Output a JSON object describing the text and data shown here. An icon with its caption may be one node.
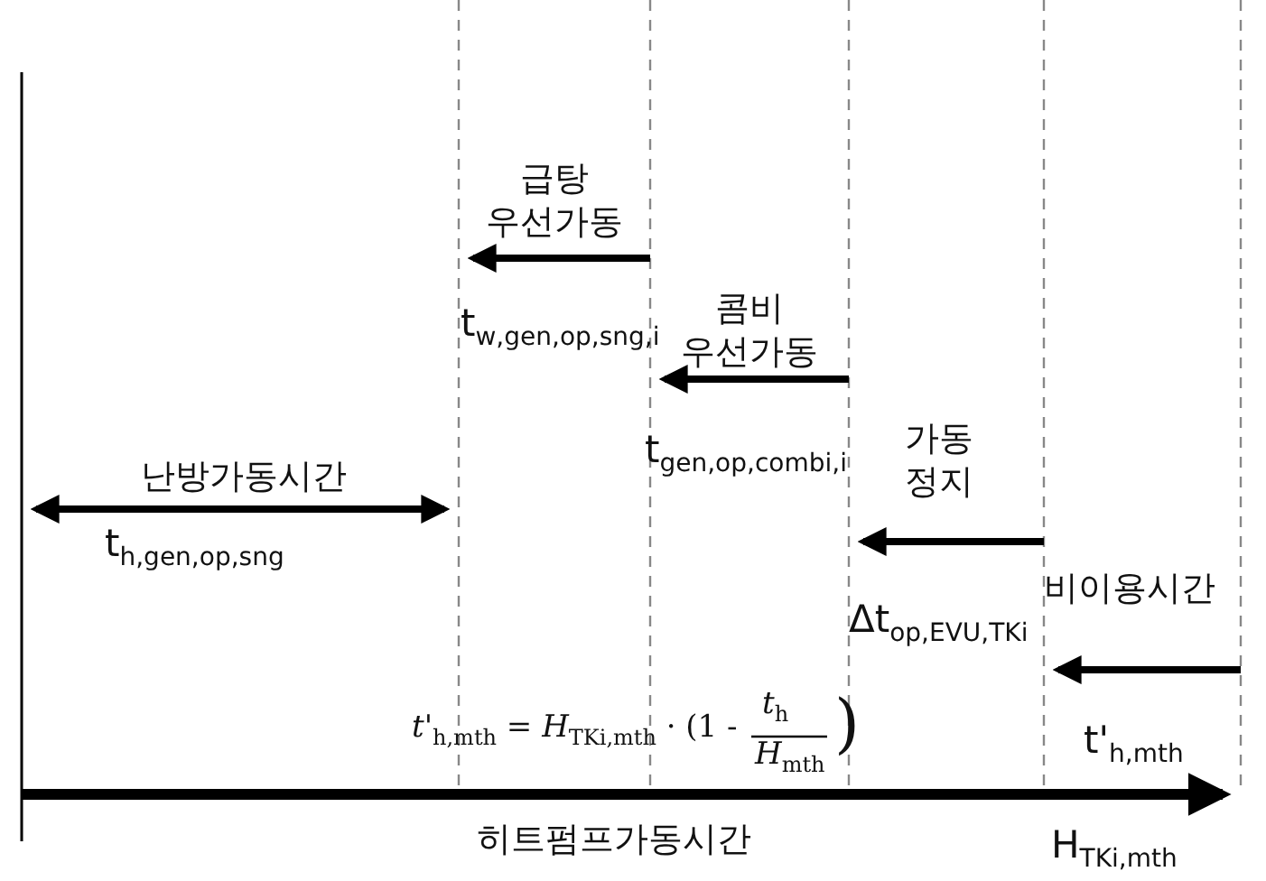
{
  "diagram": {
    "labels": [
      "급탕 우선가동",
      "콤비 우선가동",
      "t$_{w,gen,op,sng,i}$",
      "t$_{gen,op,combi,i}$",
      "가동 정지",
      "난방가동시간",
      "t$_{h,gen,op,sng}$",
      "비이용시간",
      "Δt$_{op,EVU,TKi}$",
      "*t'*$_{h,mth}$ = *H*$_{TKi,mth}$ · (1 -",
      "*t*$_{h}$",
      "*H*$_{mth}$",
      ")",
      "t'$_{h,mth}$",
      "히트펌프가동시간",
      "H$_{TKi,mth}$"
    ]
  }
}
